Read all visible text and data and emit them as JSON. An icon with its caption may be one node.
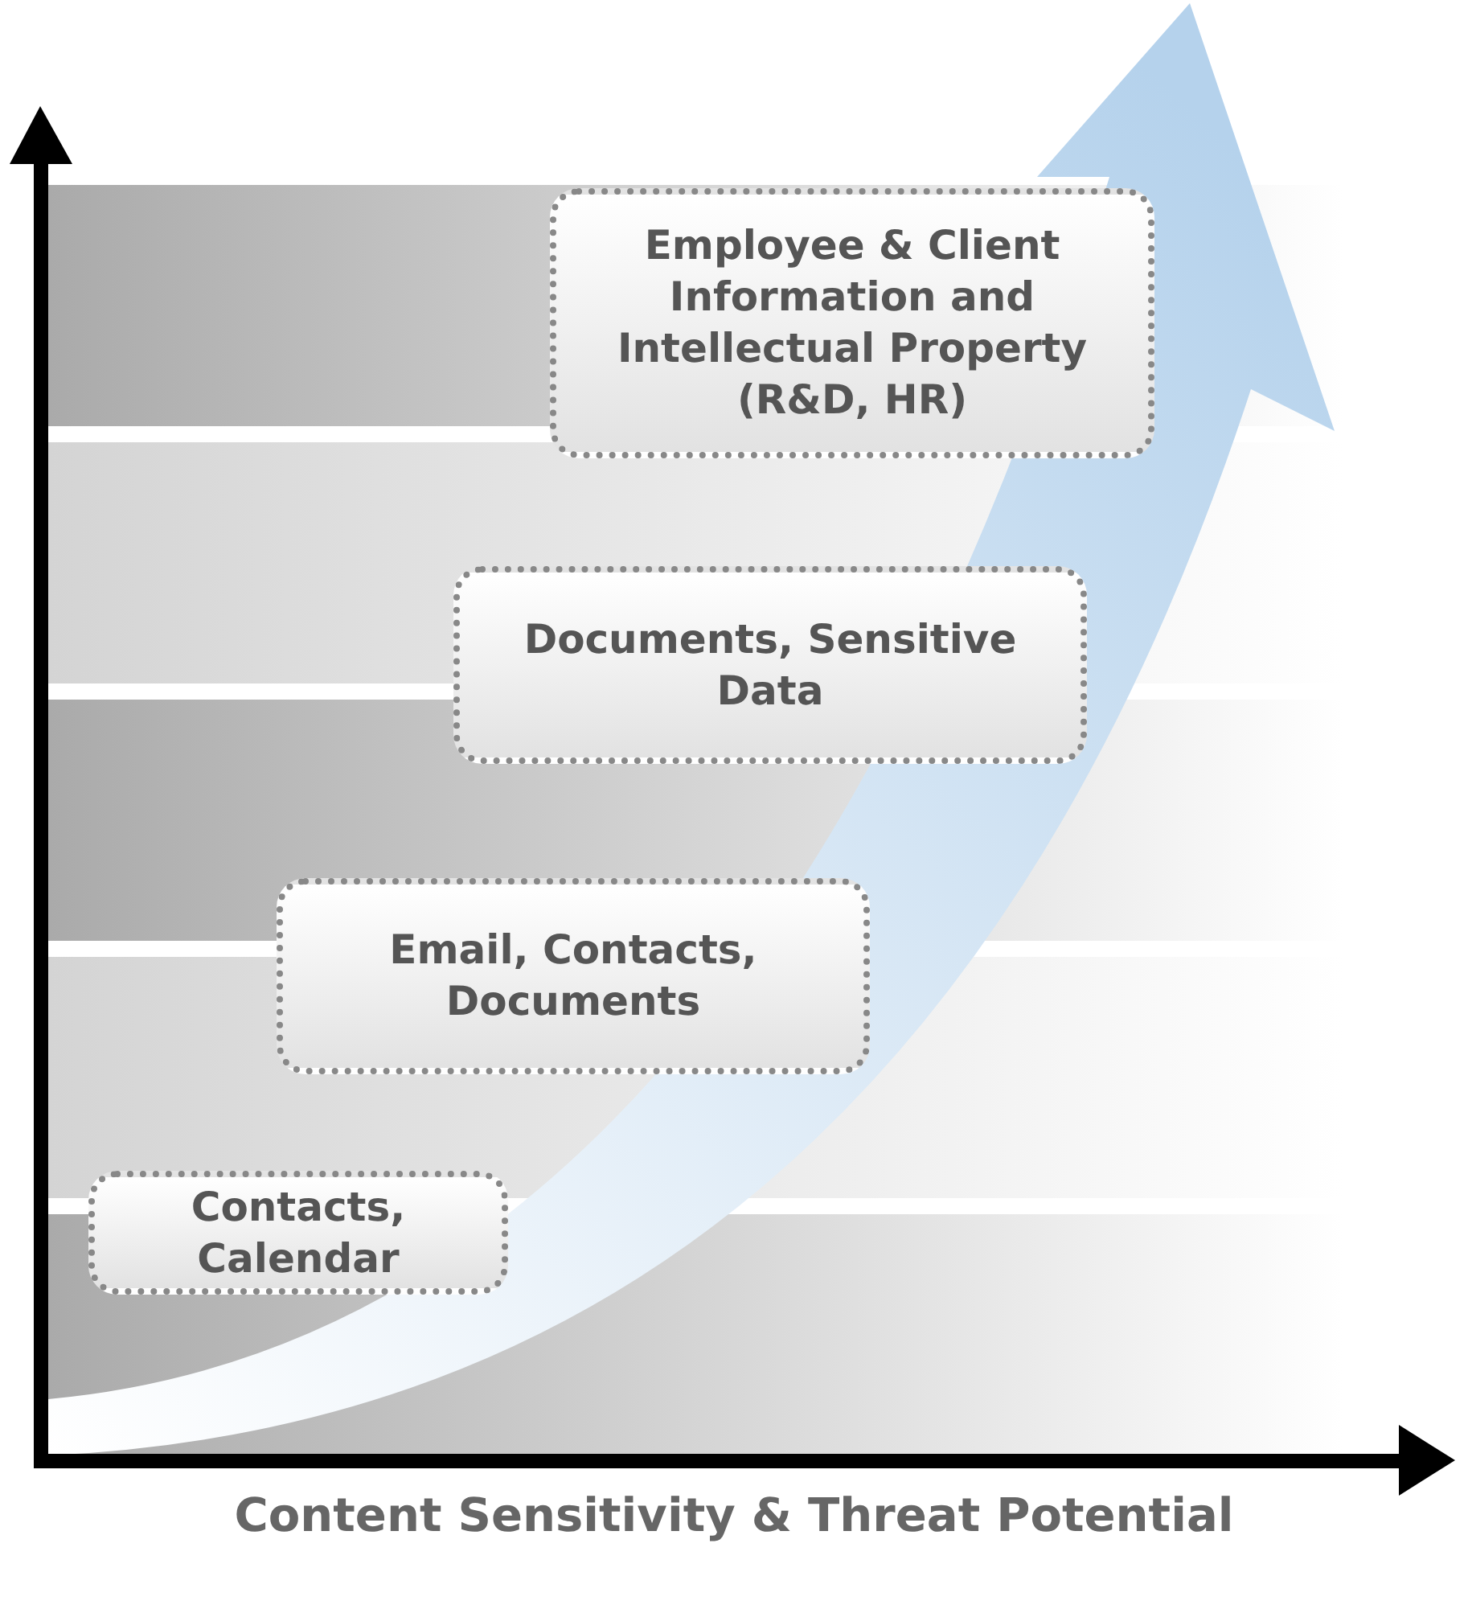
{
  "diagram": {
    "nodes": [
      {
        "text": [
          "Employee & Client Information and Intellectual Property (R&D, HR)"
        ]
      },
      {
        "text": [
          "Documents, Sensitive Data"
        ]
      },
      {
        "text": [
          "Email, Contacts, Documents"
        ]
      },
      {
        "text": [
          "Contacts, Calendar"
        ]
      }
    ],
    "labels": [
      "Content Sensitivity & Threat Potential"
    ]
  }
}
